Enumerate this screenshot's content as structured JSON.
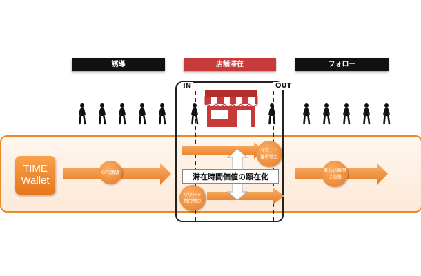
{
  "stages": {
    "guide": "誘導",
    "stay": "店舗滞在",
    "follow": "フォロー"
  },
  "markers": {
    "in": "IN",
    "out": "OUT"
  },
  "logo": {
    "line1": "TIME",
    "line2": "Wallet"
  },
  "flow": {
    "gps": "GPS誘導",
    "reward_earn": "リワード\n獲得地点",
    "reward_use": "リワード\n利用地点",
    "center": "滞在時間価値の顕在化",
    "exchange": "楽しい時間\nに交換"
  },
  "colors": {
    "orange": "#e8892a",
    "orange_light": "#f7b77a",
    "dark": "#111111",
    "red": "#c73a3a"
  }
}
